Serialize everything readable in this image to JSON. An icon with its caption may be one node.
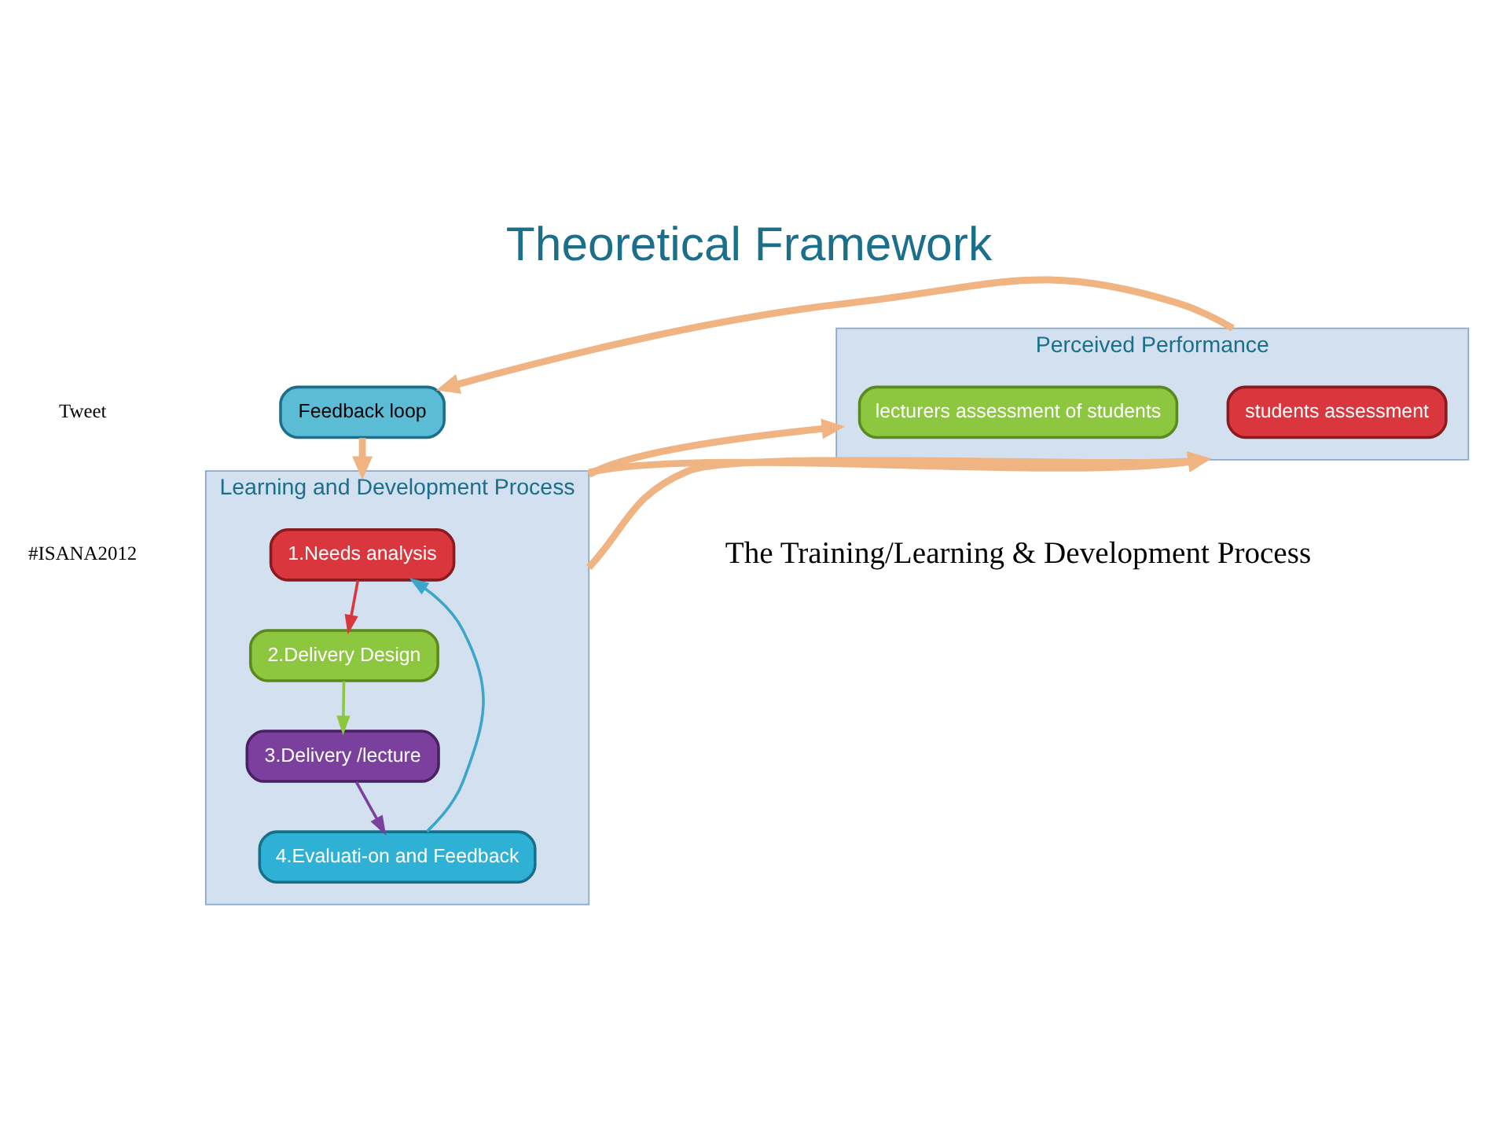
{
  "diagram": {
    "title": "Theoretical Framework",
    "caption": "The Training/Learning & Development Process",
    "nodes": [
      {
        "text": [
          "Feedback loop"
        ]
      },
      {
        "text": [
          "Learning and Development Process"
        ]
      },
      {
        "text": [
          "1.Needs analysis"
        ],
        "in": 1
      },
      {
        "text": [
          "2.Delivery Design"
        ],
        "in": 1
      },
      {
        "text": [
          "3.Delivery /lecture"
        ],
        "in": 1
      },
      {
        "text": [
          "4.Evaluati-on and Feedback"
        ],
        "in": 1
      },
      {
        "text": [
          "Perceived Performance"
        ]
      },
      {
        "text": [
          "students assessment"
        ],
        "in": 6
      },
      {
        "text": [
          "lecturers assessment of students"
        ],
        "in": 6
      }
    ],
    "edges": [
      {
        "from": 0,
        "to": 1,
        "arrow": "to"
      },
      {
        "from": 6,
        "to": 0,
        "arrow": "to"
      },
      {
        "from": 2,
        "to": 3,
        "arrow": "to",
        "color": "#d9363e"
      },
      {
        "from": 3,
        "to": 4,
        "arrow": "to",
        "color": "#8dc63f"
      },
      {
        "from": 4,
        "to": 5,
        "arrow": "to",
        "color": "#7b3f9e"
      },
      {
        "from": 5,
        "to": 2,
        "arrow": "to",
        "color": "#3aa6c9"
      },
      {
        "from": 1,
        "to": 6,
        "arrow": "to"
      },
      {
        "from": 1,
        "to": 6,
        "arrow": "to"
      },
      {
        "from": 1,
        "to": 6,
        "arrow": "to"
      }
    ],
    "labels": [
      "Tweet",
      "#ISANA2012"
    ]
  }
}
